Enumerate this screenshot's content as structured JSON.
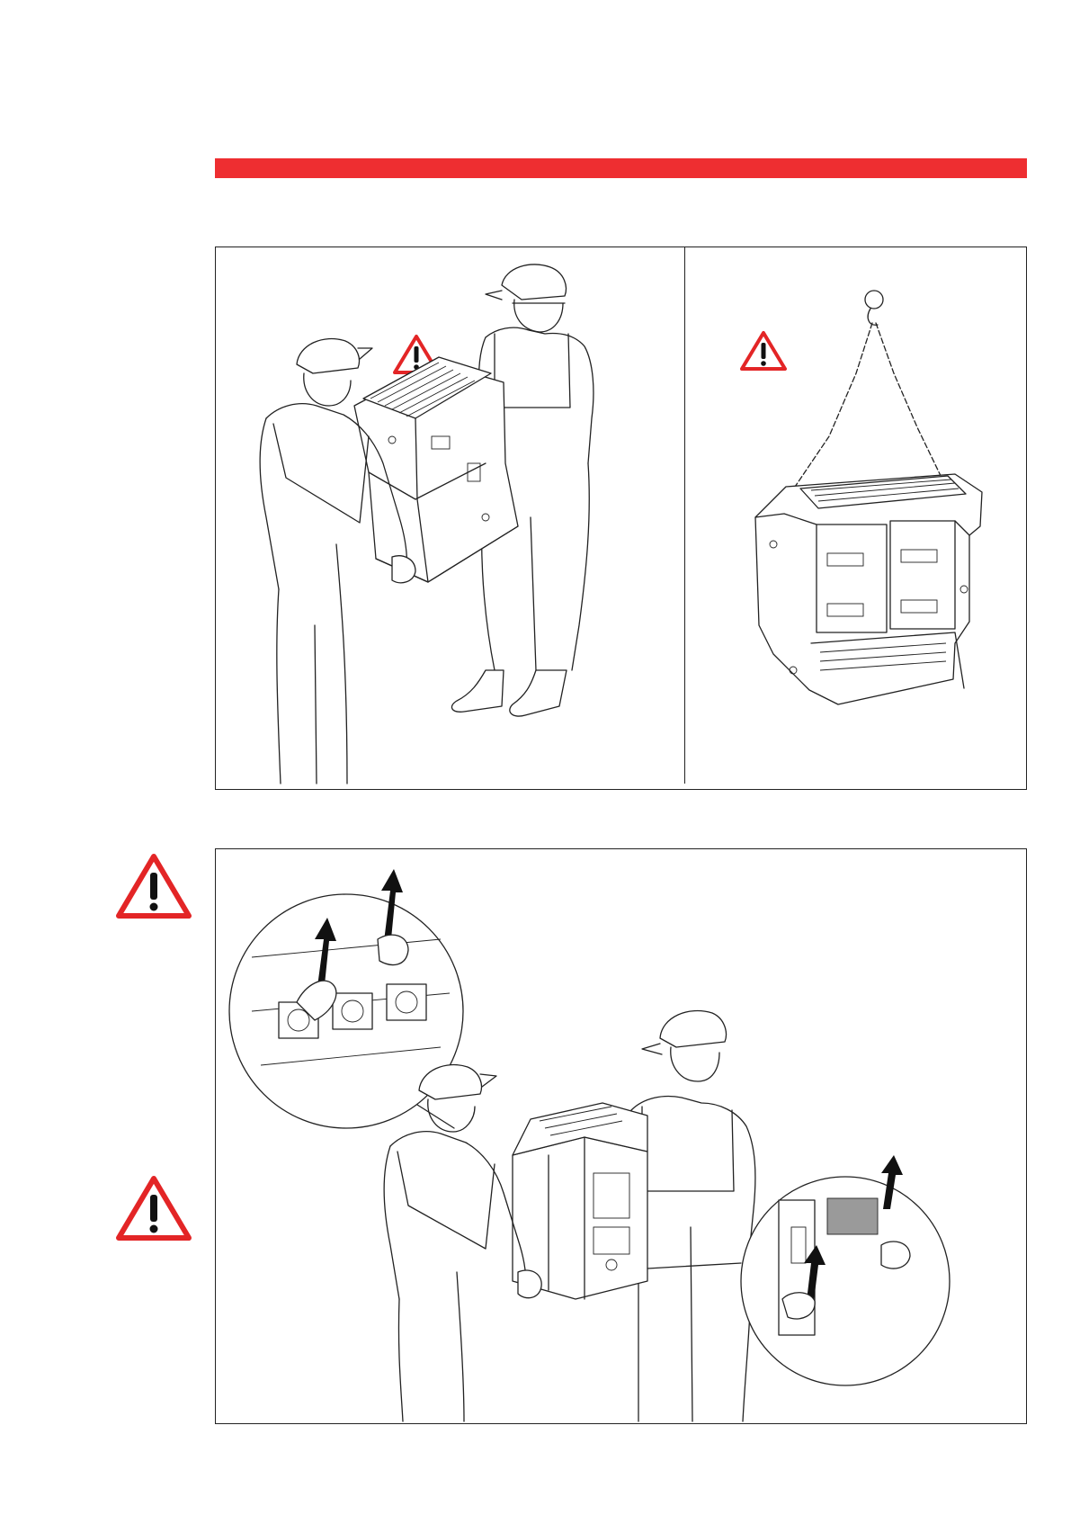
{
  "page": {
    "header_bar_color": "#ee2e31",
    "warning_color": "#e32526"
  },
  "figures": {
    "top_left": {
      "depicts": "two-workers-carrying-fixed-part",
      "warning_icon": "warning-triangle-icon"
    },
    "top_right": {
      "depicts": "fixed-part-lifted-by-chain",
      "warning_icon": "warning-triangle-icon"
    },
    "bottom": {
      "depicts": "two-workers-carrying-circuit-breaker",
      "warning_icon": "warning-triangle-icon"
    }
  },
  "margin_warnings": [
    "warning-triangle-icon",
    "warning-triangle-icon"
  ]
}
